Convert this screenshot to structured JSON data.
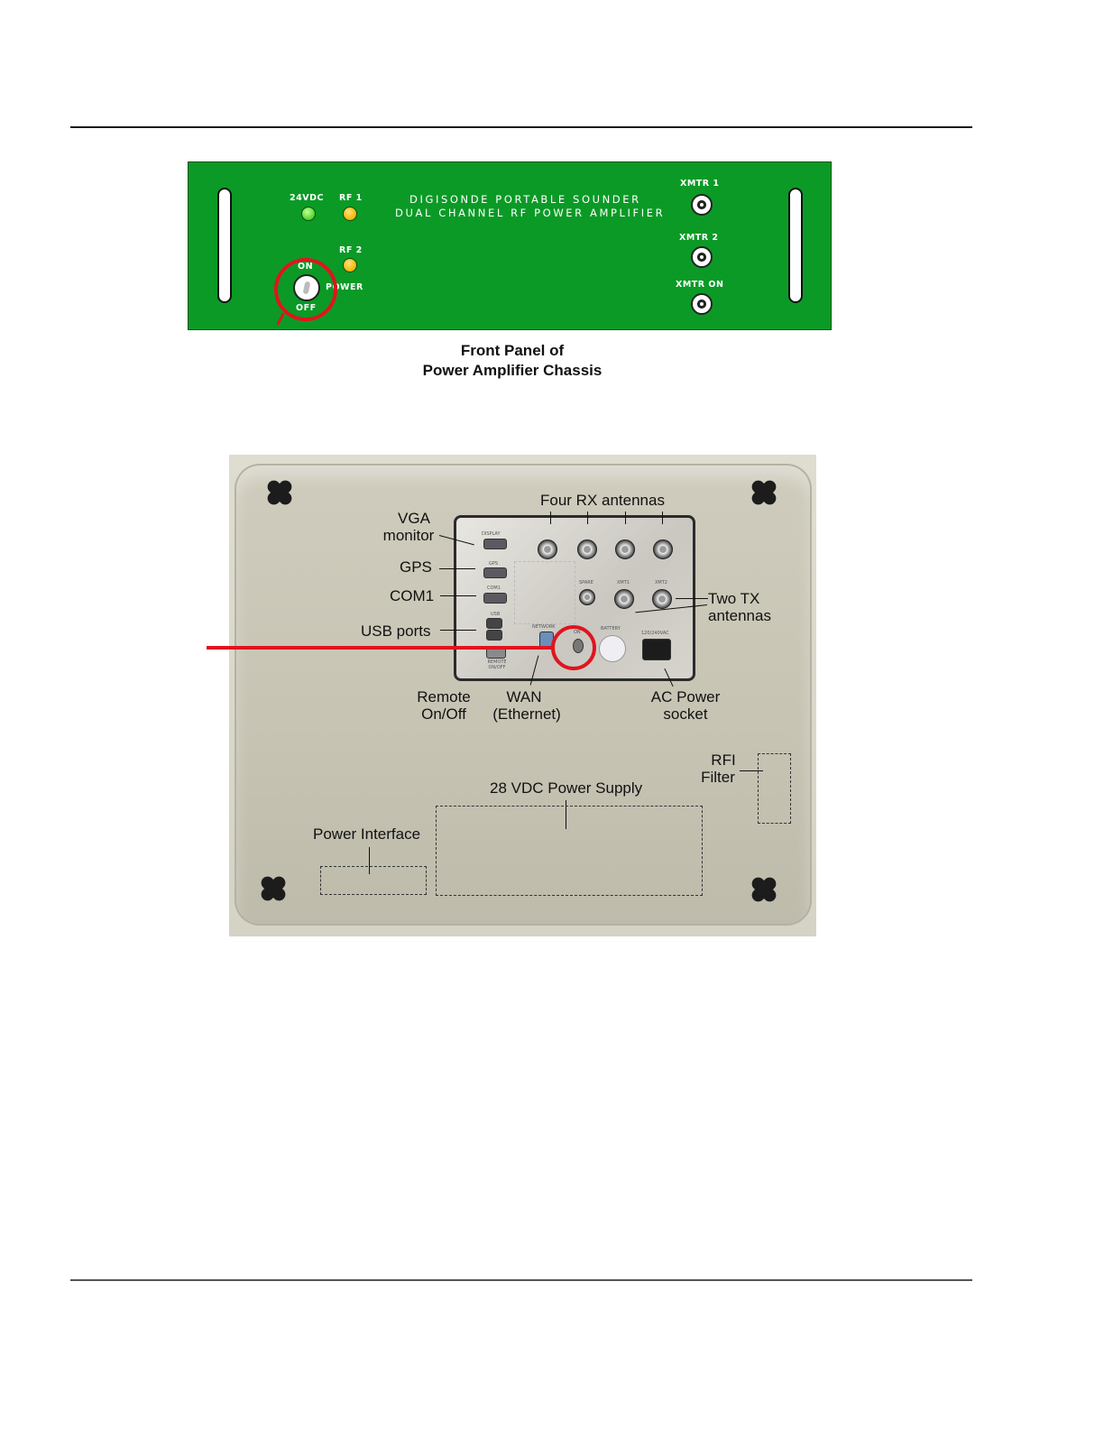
{
  "front_panel": {
    "title_line1": "DIGISONDE PORTABLE SOUNDER",
    "title_line2": "DUAL CHANNEL RF POWER AMPLIFIER",
    "led_24vdc": "24VDC",
    "led_rf1": "RF 1",
    "led_rf2": "RF 2",
    "switch_on": "ON",
    "switch_off": "OFF",
    "power_label": "POWER",
    "xmtr1": "XMTR 1",
    "xmtr2": "XMTR 2",
    "xmtr_on": "XMTR ON",
    "colors": {
      "panel": "#0b9a26",
      "highlight": "#e0141e",
      "led_green": "#4ad626",
      "led_amber": "#f4b400"
    }
  },
  "caption": {
    "line1": "Front Panel of",
    "line2": "Power Amplifier Chassis"
  },
  "case_labels": {
    "four_rx": "Four RX antennas",
    "vga_line1": "VGA",
    "vga_line2": "monitor",
    "gps": "GPS",
    "com1": "COM1",
    "usb": "USB ports",
    "two_tx_line1": "Two TX",
    "two_tx_line2": "antennas",
    "remote_line1": "Remote",
    "remote_line2": "On/Off",
    "wan_line1": "WAN",
    "wan_line2": "(Ethernet)",
    "ac_line1": "AC Power",
    "ac_line2": "socket",
    "rfi_line1": "RFI",
    "rfi_line2": "Filter",
    "supply": "28 VDC Power Supply",
    "power_interface": "Power Interface"
  },
  "panel_small_text": {
    "display": "DISPLAY",
    "gps": "GPS",
    "com1": "COM1",
    "usb": "USB",
    "remote": "REMOTE ON/OFF",
    "network": "NETWORK",
    "on": "ON",
    "battery": "BATTERY",
    "voltage": "120/240VAC",
    "spare": "SPARE",
    "xmt1": "XMT1",
    "xmt2": "XMT2"
  }
}
